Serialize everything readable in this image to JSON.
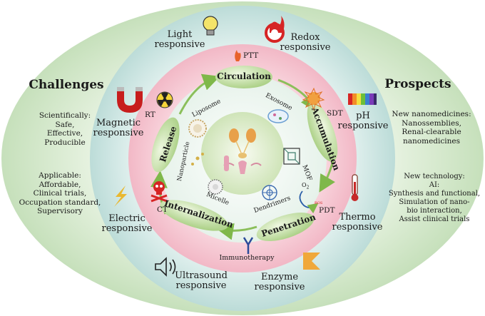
{
  "challenges": {
    "title": "Challenges",
    "scientific": [
      "Scientifically:",
      "Safe,",
      "Effective,",
      "Producible"
    ],
    "applicable": [
      "Applicable:",
      "Affordable,",
      "Clinical trials,",
      "Occupation standard,",
      "Supervisory"
    ]
  },
  "prospects": {
    "title": "Prospects",
    "nanomedicines": [
      "New nanomedicines:",
      "Nanossemblies,",
      "Renal-clearable",
      "nanomedicines"
    ],
    "technology": [
      "New technology:",
      "AI:",
      "Synthesis and functional,",
      "Simulation of nano-",
      "bio interaction,",
      "Assist clinical trials"
    ]
  },
  "responsive": {
    "light": [
      "Light",
      "responsive"
    ],
    "redox": [
      "Redox",
      "responsive"
    ],
    "magnetic": [
      "Magnetic",
      "responsive"
    ],
    "ph": [
      "pH",
      "responsive"
    ],
    "electric": [
      "Electric",
      "responsive"
    ],
    "thermo": [
      "Thermo",
      "responsive"
    ],
    "ultrasound": [
      "Ultrasound",
      "responsive"
    ],
    "enzyme": [
      "Enzyme",
      "responsive"
    ]
  },
  "therapies": {
    "ptt": "PTT",
    "rt": "RT",
    "sdt": "SDT",
    "ct": "CT",
    "pdt": "PDT",
    "immunotherapy": "Immunotherapy",
    "o2": "O",
    "o2_sub": "2",
    "ros": "ROS"
  },
  "steps": {
    "circulation": "Circulation",
    "accumulation": "Accumulation",
    "penetration": "Penetration",
    "internalization": "Internalization",
    "release": "Release"
  },
  "carriers": {
    "liposome": "Liposome",
    "exosome": "Exosome",
    "mof": "MOF",
    "dendrimers": "Dendrimers",
    "micelle": "Micelle",
    "nanoparticle": "Nanoparticle"
  },
  "colors": {
    "outer": "#cfe6c6",
    "mid": "#cfe8e6",
    "pink": "#f6c2cf",
    "center": "#ddeccc",
    "ellipse": "#b8d79a",
    "arrow": "#8bbf5a",
    "redox_red": "#d62424"
  }
}
